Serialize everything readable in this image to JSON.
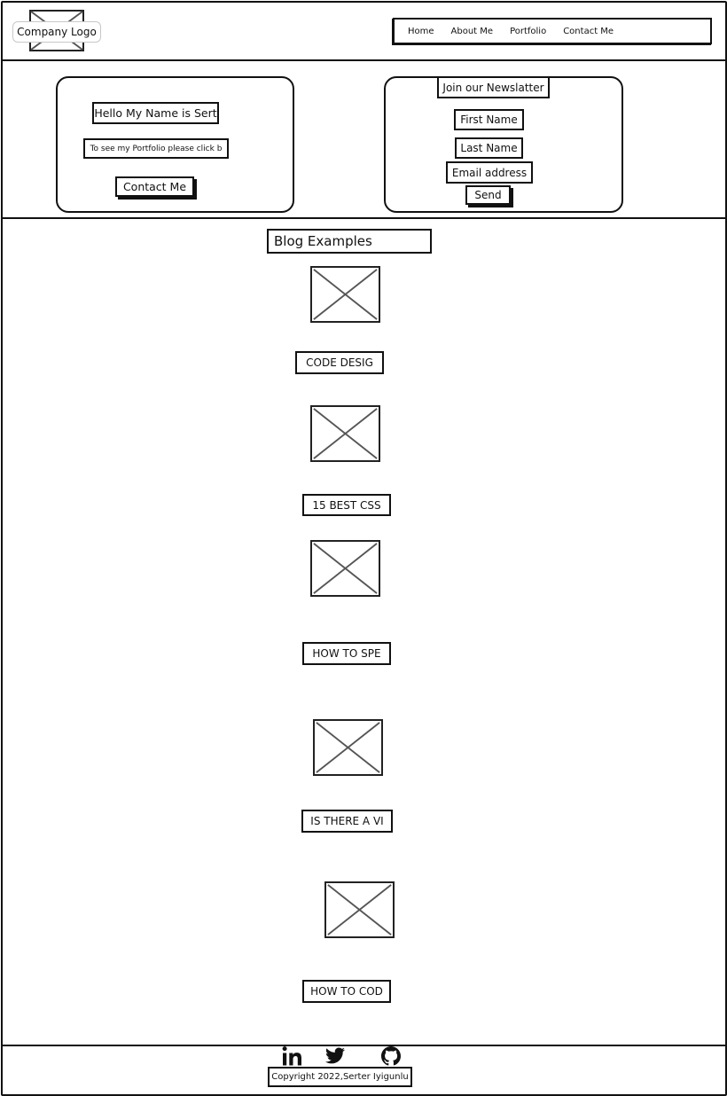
{
  "header": {
    "logo_label": "Company Logo",
    "nav": [
      "Home",
      "About Me",
      "Portfolio",
      "Contact Me"
    ]
  },
  "hero": {
    "greeting": "Hello My Name is Sert",
    "portfolio_text": "To see my Portfolio please click b",
    "contact_button": "Contact Me"
  },
  "newsletter": {
    "title": "Join our Newslatter",
    "first_name": "First Name",
    "last_name": "Last Name",
    "email": "Email address",
    "send_button": "Send"
  },
  "blog": {
    "heading": "Blog Examples",
    "posts": [
      {
        "title": "CODE DESIG"
      },
      {
        "title": "15 BEST CSS"
      },
      {
        "title": "HOW TO SPE"
      },
      {
        "title": "IS THERE A VI"
      },
      {
        "title": "HOW TO COD"
      }
    ]
  },
  "footer": {
    "icons": [
      "linkedin-icon",
      "twitter-icon",
      "github-icon"
    ],
    "copyright": "Copyright 2022,Serter Iyigunlu"
  }
}
